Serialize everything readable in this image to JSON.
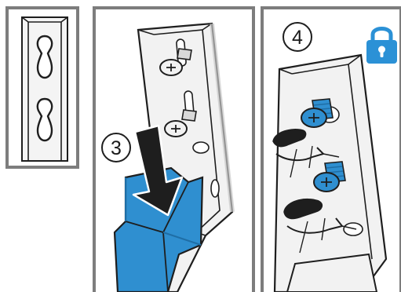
{
  "diagram": {
    "panels": [
      {
        "id": "detail",
        "step": ""
      },
      {
        "id": "lower",
        "step": "3"
      },
      {
        "id": "secure",
        "step": "4"
      }
    ],
    "icons": {
      "lock": "padlock-icon",
      "arrow": "down-arrow-icon",
      "screw": "screw-icon",
      "clamp": "clamp-icon"
    },
    "colors": {
      "frame": "#7d7d7d",
      "outline": "#1e1e1e",
      "part_fill": "#f2f2f2",
      "part_shade": "#c8c8c8",
      "accent_blue": "#2f8fd0",
      "accent_blue_dark": "#1f6ea6",
      "lock_blue": "#2b91d6"
    }
  }
}
